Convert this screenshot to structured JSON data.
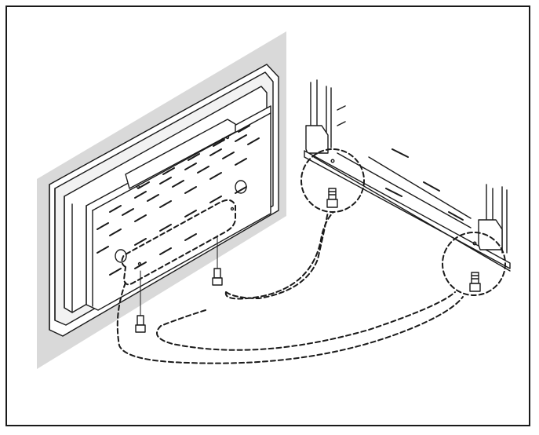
{
  "diagram": {
    "description_visible_text": [],
    "colors": {
      "line": "#1a1a1a",
      "wall_shade": "#d9d9d9",
      "panel_face": "#ffffff",
      "panel_edge": "#e9e9e9"
    },
    "parts": {
      "display_back": "tv-panel",
      "bracket_plate": "mounting-plate",
      "stand_frame": "stand-frame",
      "screws": 4,
      "dashed_paths": 3,
      "callout_circles": 2
    }
  }
}
